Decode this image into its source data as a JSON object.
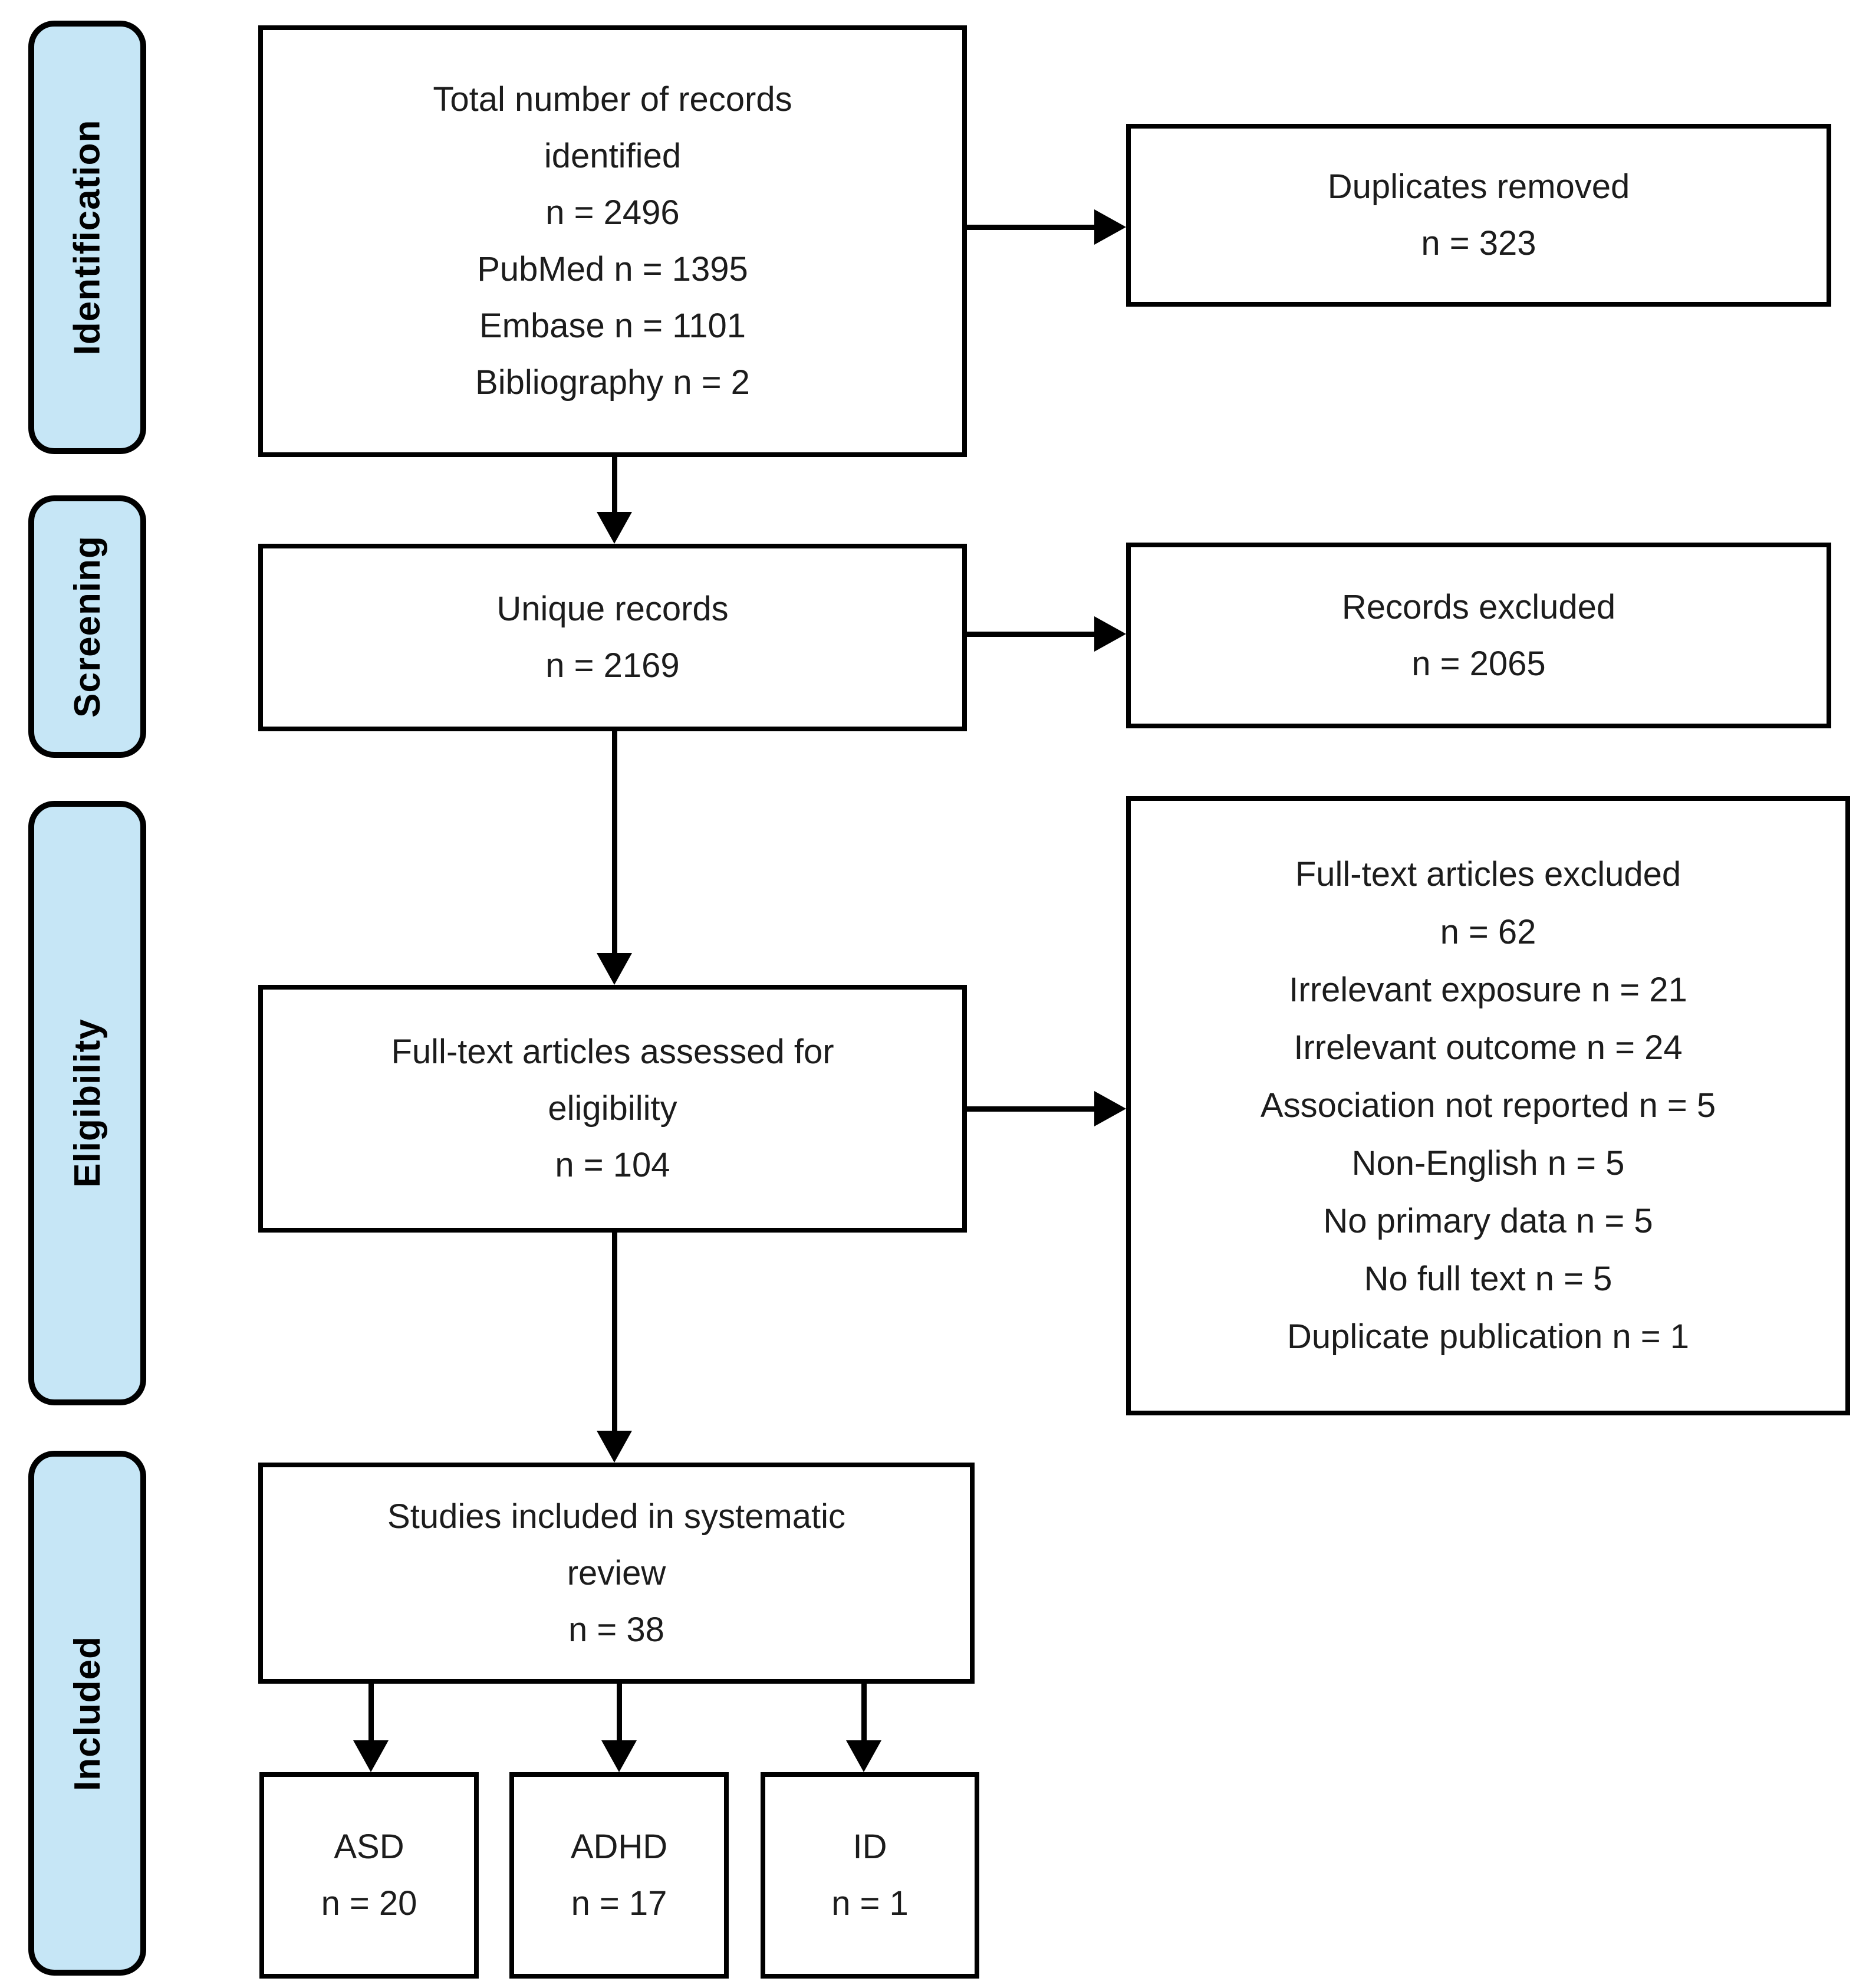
{
  "colors": {
    "stage_fill": "#c6e6f6",
    "line": "#000000",
    "text": "#1c1c1c",
    "background": "#ffffff"
  },
  "stages": [
    {
      "label": "Identification"
    },
    {
      "label": "Screening"
    },
    {
      "label": "Eligibility"
    },
    {
      "label": "Included"
    }
  ],
  "boxes": {
    "records_identified": {
      "text": "Total number of records\nidentified\nn = 2496\nPubMed n = 1395\nEmbase n = 1101\nBibliography n = 2"
    },
    "duplicates_removed": {
      "text": "Duplicates removed\nn = 323"
    },
    "unique_records": {
      "text": "Unique records\nn = 2169"
    },
    "records_excluded": {
      "text": "Records excluded\nn = 2065"
    },
    "fulltext_assessed": {
      "text": "Full-text articles assessed for\neligibility\nn = 104"
    },
    "fulltext_excluded": {
      "text": "Full-text articles excluded\nn = 62\nIrrelevant exposure n = 21\nIrrelevant outcome n = 24\nAssociation not reported n = 5\nNon-English n = 5\nNo primary data n = 5\nNo full text n = 5\nDuplicate publication n = 1"
    },
    "included_studies": {
      "text": "Studies included in systematic\nreview\nn = 38"
    },
    "asd": {
      "text": "ASD\nn = 20"
    },
    "adhd": {
      "text": "ADHD\nn = 17"
    },
    "id": {
      "text": "ID\nn = 1"
    }
  }
}
